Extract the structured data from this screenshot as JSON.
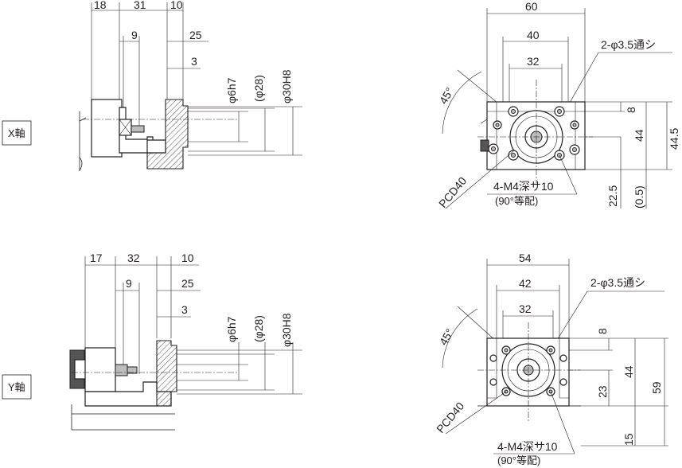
{
  "axis_labels": {
    "x": "X軸",
    "y": "Y軸"
  },
  "x_side": {
    "top_dims": [
      "18",
      "31",
      "10"
    ],
    "mid_dims": [
      "9",
      "25",
      "3"
    ],
    "vert_dims": [
      "φ6h7",
      "(φ28)",
      "φ30H8"
    ]
  },
  "x_front": {
    "top_dims": [
      "60",
      "40",
      "32"
    ],
    "angle": "45°",
    "hole_note": "2-φ3.5通シ",
    "pcd": "PCD40",
    "tap_note": "4-M4深サ10",
    "tap_note2": "(90°等配)",
    "right_dims": [
      "8",
      "44",
      "44.5"
    ],
    "bottom_dims": [
      "22.5",
      "(0.5)"
    ]
  },
  "y_side": {
    "top_dims": [
      "17",
      "32",
      "10"
    ],
    "mid_dims": [
      "9",
      "25",
      "3"
    ],
    "vert_dims": [
      "φ6h7",
      "(φ28)",
      "φ30H8"
    ]
  },
  "y_front": {
    "top_dims": [
      "54",
      "42",
      "32"
    ],
    "angle": "45°",
    "hole_note": "2-φ3.5通シ",
    "pcd": "PCD40",
    "tap_note": "4-M4深サ10",
    "tap_note2": "(90°等配)",
    "right_dims": [
      "8",
      "44",
      "59",
      "23",
      "15"
    ]
  }
}
